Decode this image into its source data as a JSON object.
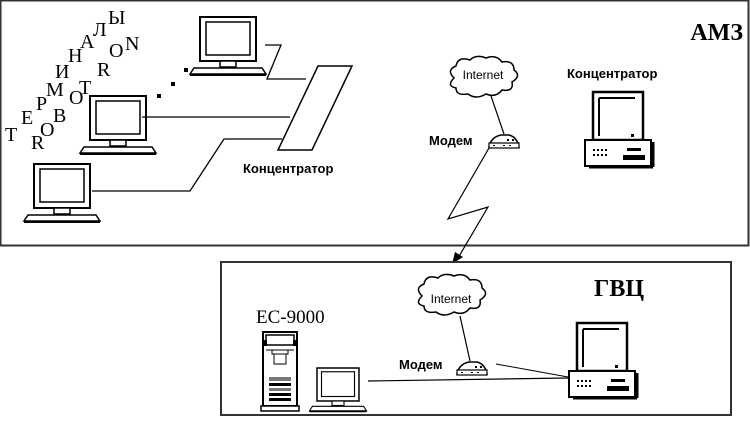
{
  "top_site": {
    "title": "АМЗ",
    "hub_label": "Концентратор",
    "server_label": "Концентратор",
    "modem_label": "Модем",
    "internet_label": "Internet",
    "word_terminals": [
      "Т",
      "Е",
      "Р",
      "М",
      "И",
      "Н",
      "А",
      "Л",
      "Ы"
    ],
    "word_robotron": [
      "R",
      "O",
      "B",
      "O",
      "T",
      "R",
      "O",
      "N"
    ]
  },
  "bottom_site": {
    "title": "ГВЦ",
    "mainframe_label": "ЕС-9000",
    "modem_label": "Модем",
    "internet_label": "Internet"
  }
}
